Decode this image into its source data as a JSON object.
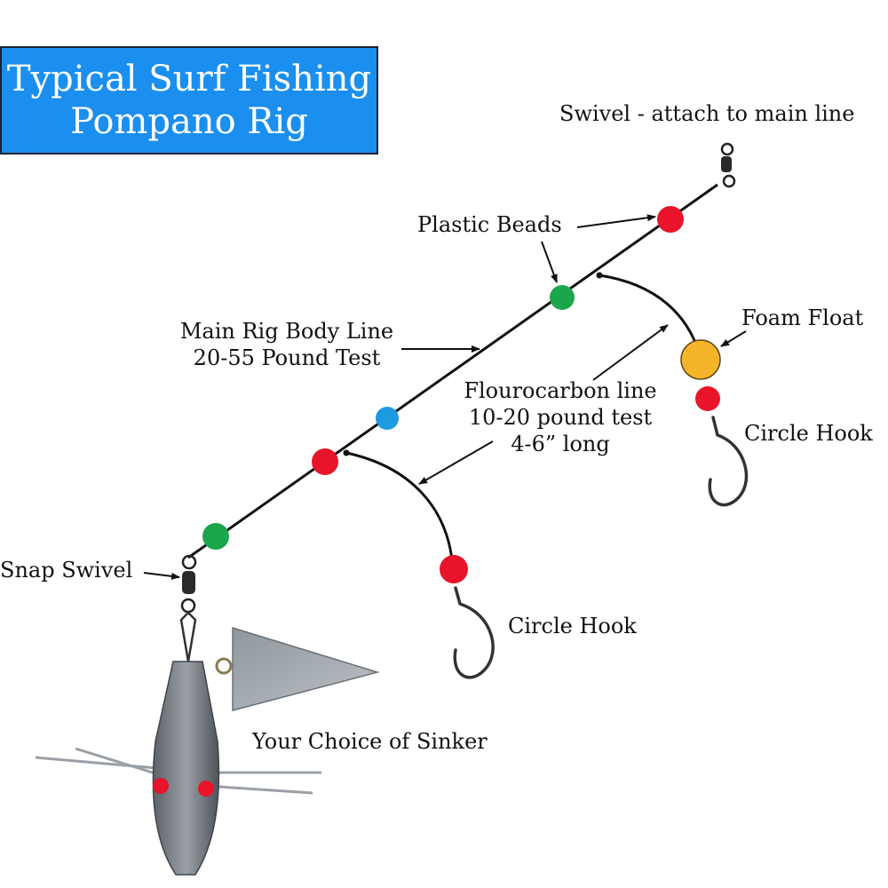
{
  "title": {
    "line1": "Typical Surf Fishing",
    "line2": "Pompano Rig"
  },
  "labels": {
    "swivel": "Swivel - attach to main line",
    "plastic_beads": "Plastic Beads",
    "main_line_1": "Main Rig Body Line",
    "main_line_2": "20-55 Pound Test",
    "foam_float": "Foam Float",
    "fluoro_1": "Flourocarbon line",
    "fluoro_2": "10-20 pound test",
    "fluoro_3": "4-6” long",
    "circle_hook_upper": "Circle Hook",
    "circle_hook_lower": "Circle Hook",
    "snap_swivel": "Snap Swivel",
    "sinker": "Your Choice of Sinker"
  },
  "colors": {
    "title_bg": "#1a8fef",
    "bead_red": "#e8142a",
    "bead_green": "#1aa64a",
    "bead_blue": "#1e9be0",
    "float_yellow": "#f5b52a",
    "line": "#111111",
    "sinker": "#8a9096"
  }
}
